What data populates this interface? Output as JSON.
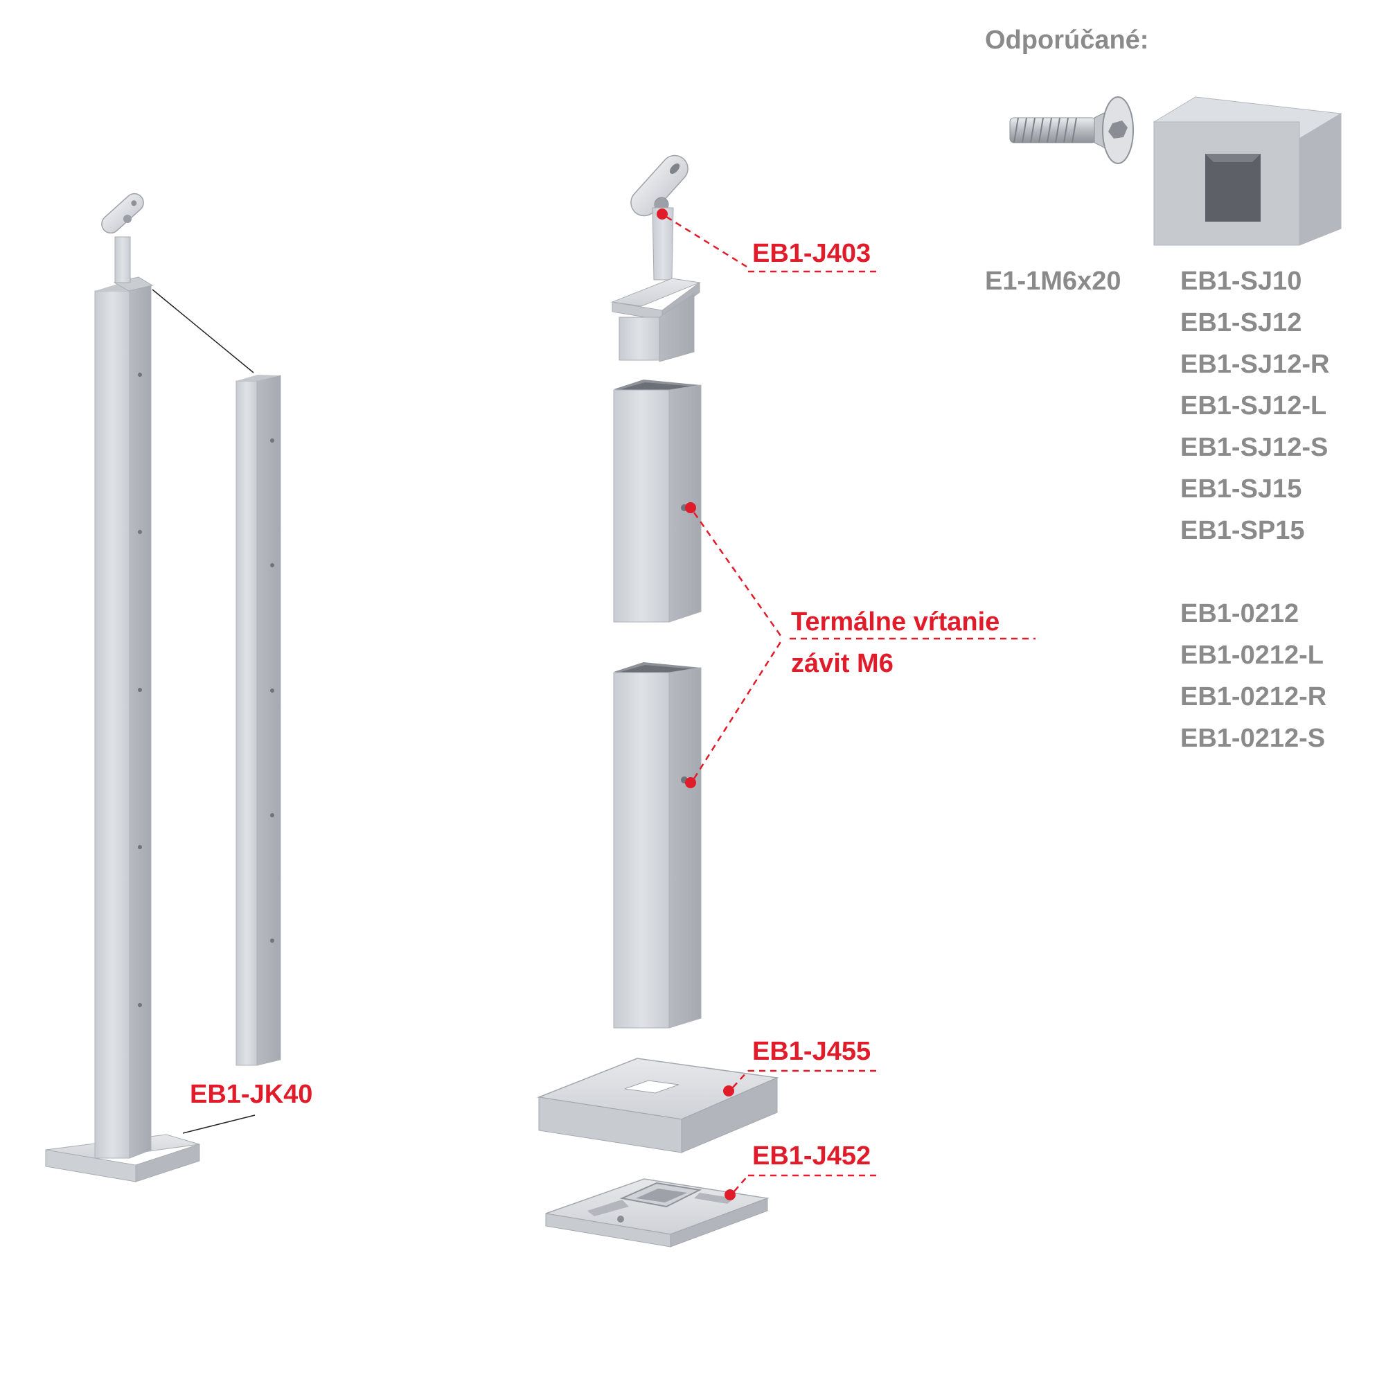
{
  "recommended": {
    "heading": "Odporúčané:",
    "screw_code": "E1-1M6x20",
    "group1": [
      "EB1-SJ10",
      "EB1-SJ12",
      "EB1-SJ12-R",
      "EB1-SJ12-L",
      "EB1-SJ12-S",
      "EB1-SJ15",
      "EB1-SP15"
    ],
    "group2": [
      "EB1-0212",
      "EB1-0212-L",
      "EB1-0212-R",
      "EB1-0212-S"
    ]
  },
  "callouts": {
    "assembled_post": "EB1-JK40",
    "handrail_holder": "EB1-J403",
    "drilling_line1": "Termálne vŕtanie",
    "drilling_line2": "závit M6",
    "cover_cap": "EB1-J455",
    "base_flange": "EB1-J452"
  },
  "colors": {
    "accent_red": "#e11c2a",
    "label_grey": "#8a8a8a",
    "steel_light": "#d4d7dc",
    "steel_mid": "#b9bdc3",
    "steel_dark": "#9ea2a8"
  }
}
